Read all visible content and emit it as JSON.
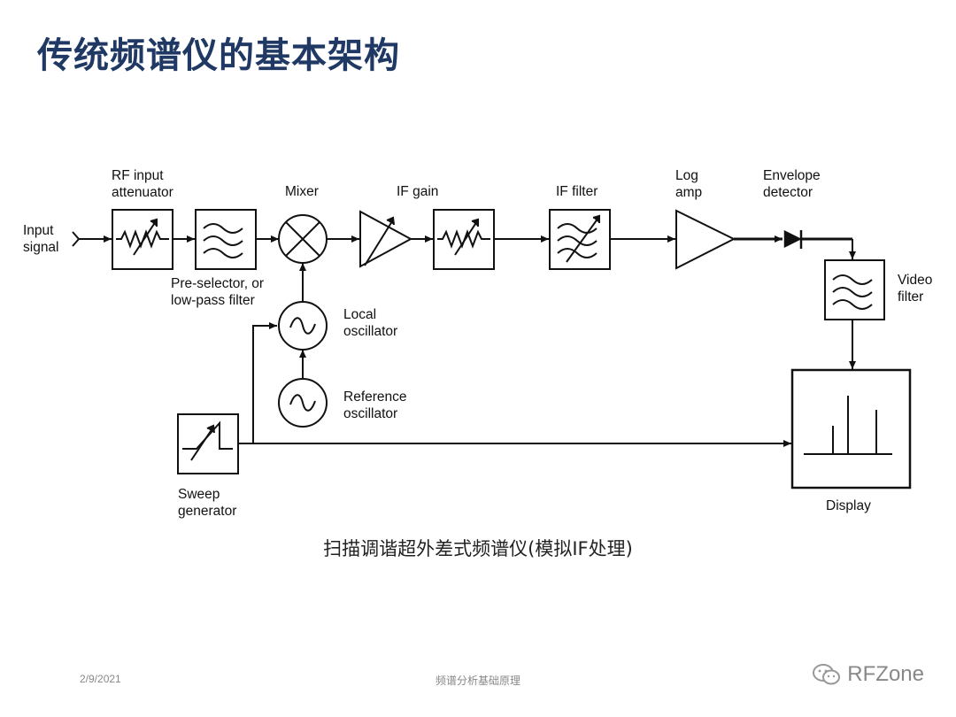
{
  "title": "传统频谱仪的基本架构",
  "diagram": {
    "input_signal": [
      "Input",
      "signal"
    ],
    "rf_attenuator": [
      "RF input",
      "attenuator"
    ],
    "mixer": "Mixer",
    "if_gain": "IF gain",
    "if_filter": "IF filter",
    "log_amp": [
      "Log",
      "amp"
    ],
    "envelope_detector": [
      "Envelope",
      "detector"
    ],
    "preselector": [
      "Pre-selector, or",
      "low-pass filter"
    ],
    "local_oscillator": [
      "Local",
      "oscillator"
    ],
    "reference_oscillator": [
      "Reference",
      "oscillator"
    ],
    "video_filter": [
      "Video",
      "filter"
    ],
    "sweep_generator": [
      "Sweep",
      "generator"
    ],
    "display": "Display"
  },
  "caption": "扫描调谐超外差式频谱仪(模拟IF处理)",
  "footer": {
    "date": "2/9/2021",
    "center": "频谱分析基础原理",
    "watermark": "RFZone"
  }
}
